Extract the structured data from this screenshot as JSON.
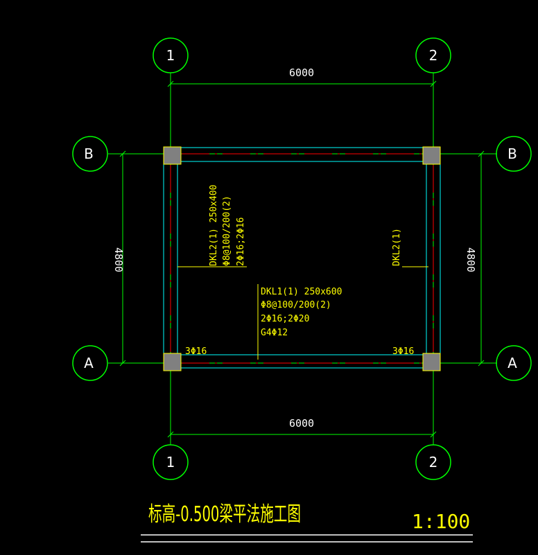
{
  "drawing": {
    "grid_labels": {
      "col_1": "1",
      "col_2": "2",
      "row_a": "A",
      "row_b": "B"
    },
    "dimensions": {
      "top_span": "6000",
      "bottom_span": "6000",
      "left_span": "4800",
      "right_span": "4800"
    },
    "beam_labels": {
      "dkl1": [
        "DKL1(1) 250x600",
        "Φ8@100/200(2)",
        "2Φ16;2Φ20",
        "G4Φ12"
      ],
      "dkl2_left": [
        "DKL2(1) 250x400",
        "Φ8@100/200(2)",
        "2Φ16;2Φ16"
      ],
      "dkl2_right": [
        "DKL2(1)"
      ],
      "bottom_left_rebar": "3Φ16",
      "bottom_right_rebar": "3Φ16"
    },
    "title": "标高-0.500梁平法施工图",
    "scale": "1:100",
    "colors": {
      "background": "#000000",
      "grid_line": "#00ff00",
      "beam_edge": "#00ffff",
      "center_line": "#ff0000",
      "annotation": "#ffff00",
      "column_fill": "#808080",
      "title_text": "#ffff00",
      "rule_line": "#ffffff"
    }
  }
}
